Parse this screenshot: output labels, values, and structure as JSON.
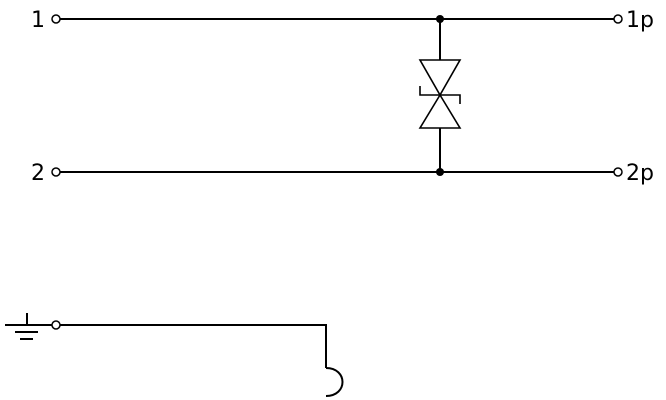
{
  "terminals": {
    "t1": "1",
    "t1p": "1p",
    "t2": "2",
    "t2p": "2p"
  },
  "components": {
    "protection_diode": {
      "type": "bidirectional-tvs-diode",
      "icon": "tvs-diode-icon"
    },
    "ground": {
      "icon": "ground-icon"
    },
    "shield_contact": {
      "icon": "shield-contact-icon"
    }
  }
}
